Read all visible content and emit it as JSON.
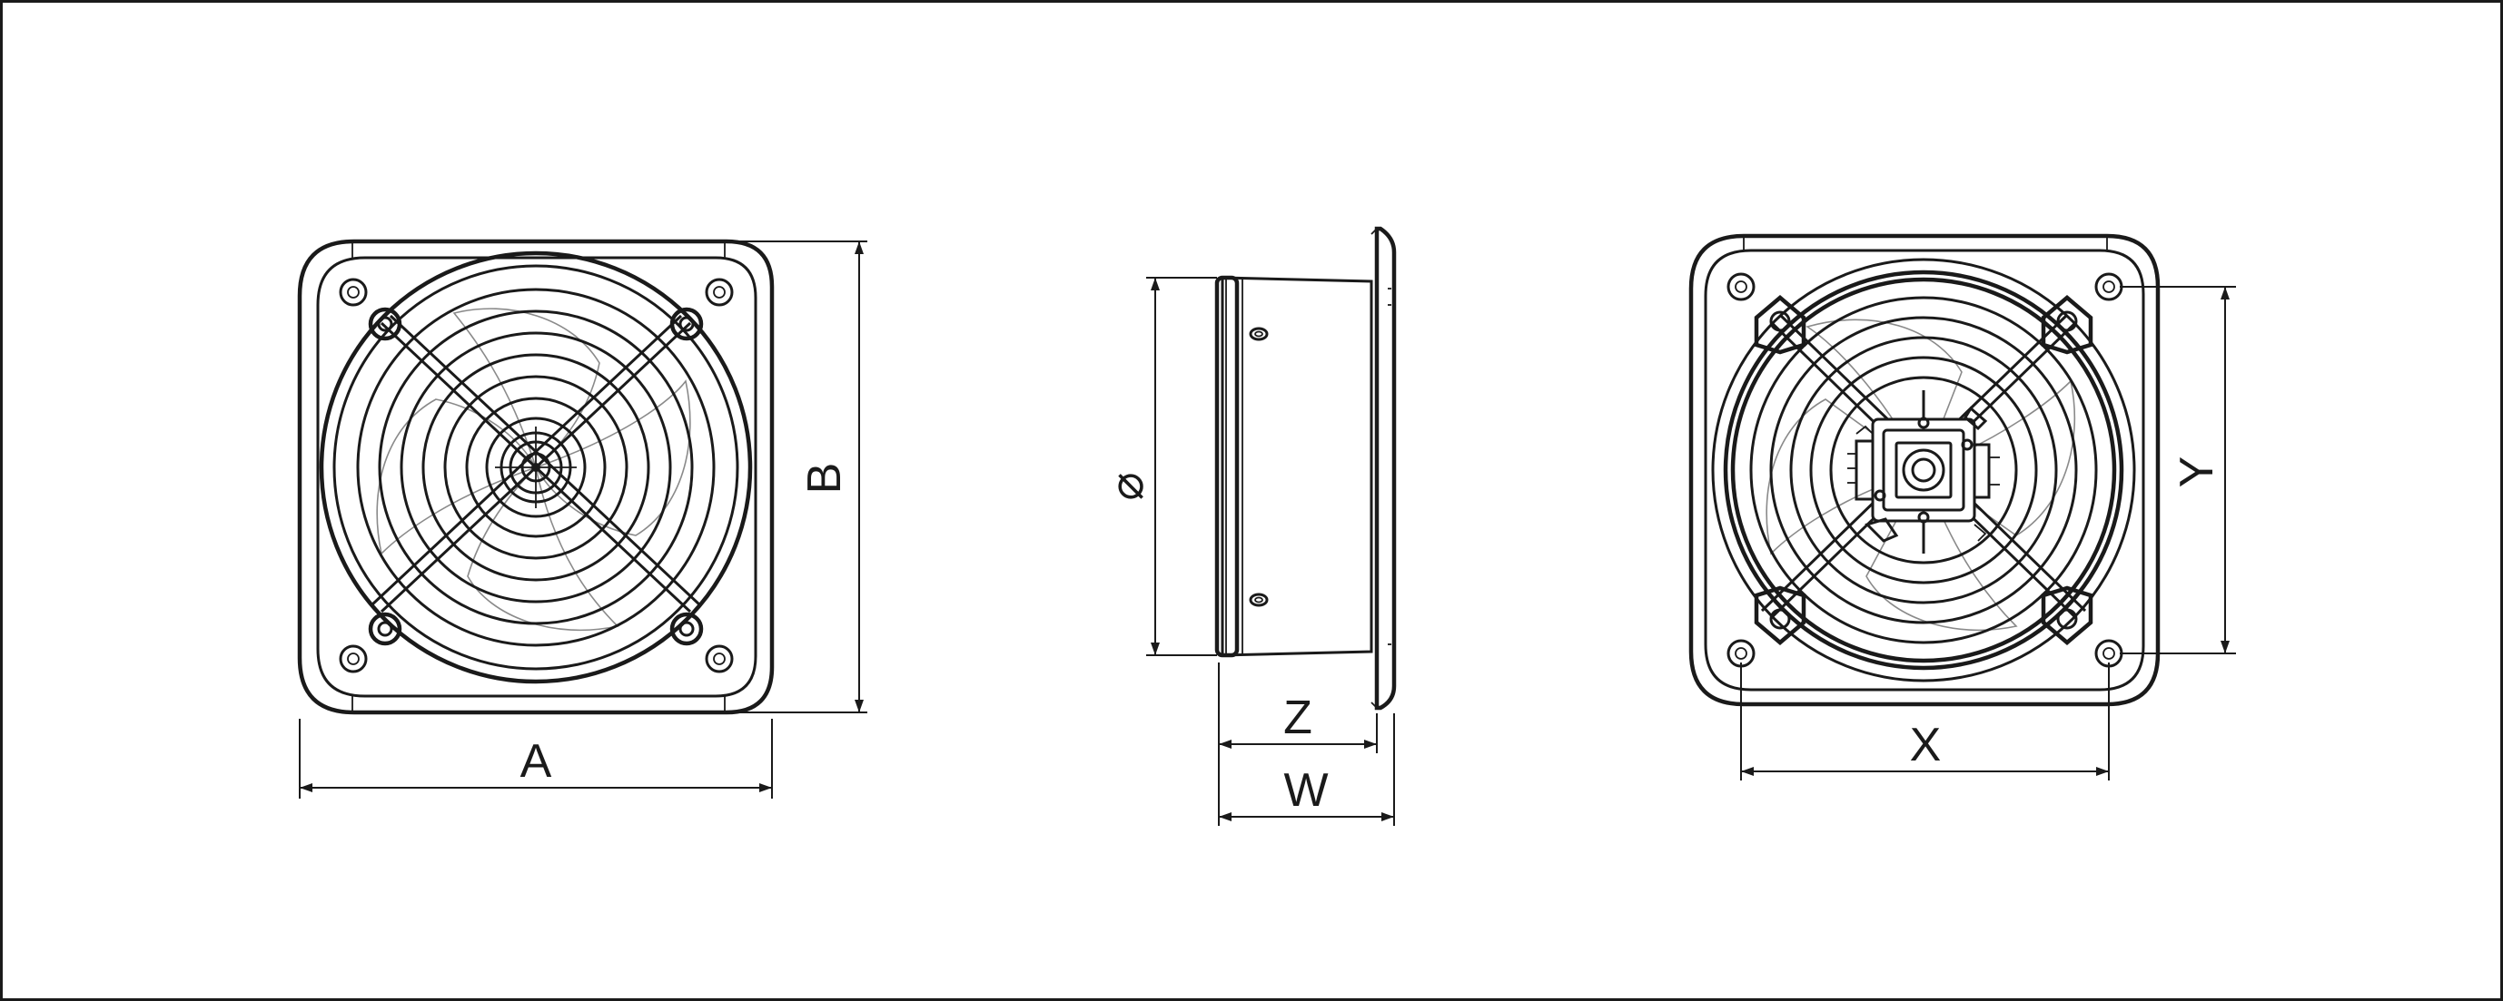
{
  "dimensions": {
    "a": "A",
    "b": "B",
    "z": "Z",
    "w": "W",
    "x": "X",
    "y": "Y",
    "diameter": "⌀"
  },
  "colors": {
    "line": "#1a1a1a",
    "detail": "#8a8a8a",
    "background": "#ffffff"
  }
}
